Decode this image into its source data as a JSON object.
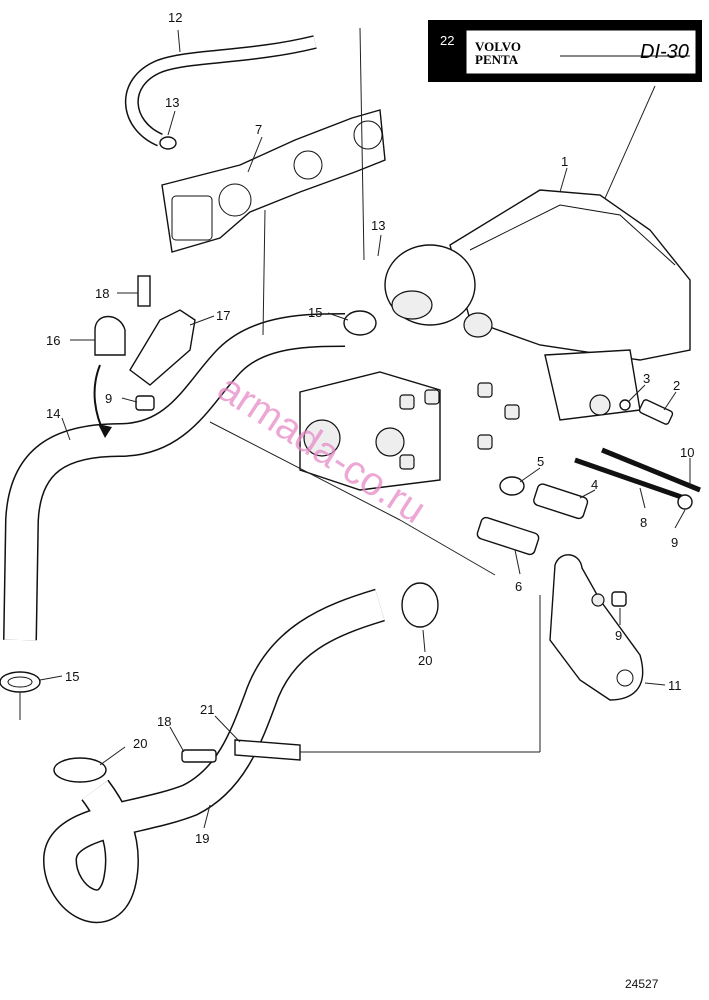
{
  "logo": {
    "callout": "22",
    "brand_line1": "VOLVO",
    "brand_line2": "PENTA",
    "model": "DI-30"
  },
  "callouts": {
    "c1": "1",
    "c2": "2",
    "c3": "3",
    "c4": "4",
    "c5": "5",
    "c6": "6",
    "c7": "7",
    "c8": "8",
    "c9a": "9",
    "c9b": "9",
    "c9c": "9",
    "c10": "10",
    "c11": "11",
    "c12": "12",
    "c13a": "13",
    "c13b": "13",
    "c14": "14",
    "c15a": "15",
    "c15b": "15",
    "c16": "16",
    "c17": "17",
    "c18a": "18",
    "c18b": "18",
    "c19": "19",
    "c20a": "20",
    "c20b": "20",
    "c21": "21"
  },
  "watermark": "armada-co.ru",
  "figure_number": "24527"
}
